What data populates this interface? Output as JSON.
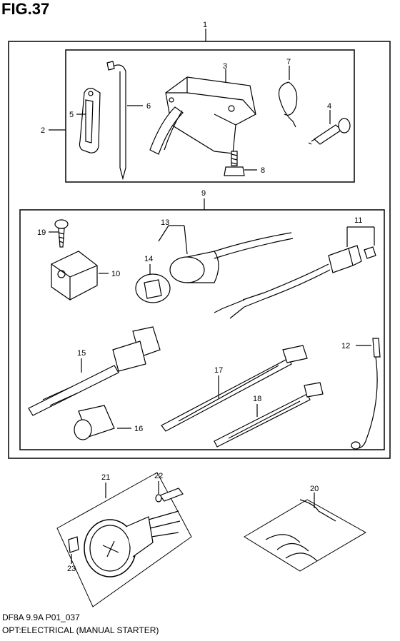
{
  "figure": {
    "title": "FIG.37",
    "model_code": "DF8A 9.9A P01_037",
    "caption": "OPT:ELECTRICAL (MANUAL STARTER)"
  },
  "callouts": {
    "c1": "1",
    "c2": "2",
    "c3": "3",
    "c4": "4",
    "c5": "5",
    "c6": "6",
    "c7": "7",
    "c8": "8",
    "c9": "9",
    "c10": "10",
    "c11": "11",
    "c12": "12",
    "c13": "13",
    "c14": "14",
    "c15": "15",
    "c16": "16",
    "c17": "17",
    "c18": "18",
    "c19": "19",
    "c20": "20",
    "c21": "21",
    "c22": "22",
    "c23": "23"
  }
}
